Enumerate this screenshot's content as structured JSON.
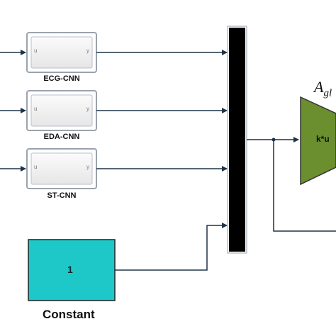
{
  "blocks": {
    "ecg": {
      "caption": "ECG-CNN",
      "in_port": "u",
      "out_port": "y"
    },
    "eda": {
      "caption": "EDA-CNN",
      "in_port": "u",
      "out_port": "y"
    },
    "st": {
      "caption": "ST-CNN",
      "in_port": "u",
      "out_port": "y"
    },
    "constant": {
      "value": "1",
      "caption": "Constant"
    },
    "gain": {
      "expression": "k*u",
      "symbol": "A",
      "subscript": "gl"
    }
  },
  "colors": {
    "block_border": "#9aa3ad",
    "block_fill": "#f4f4f4",
    "constant_fill": "#1ec8c8",
    "gain_fill": "#6b8e2f",
    "mux_fill": "#000000",
    "wire": "#1f3346"
  }
}
